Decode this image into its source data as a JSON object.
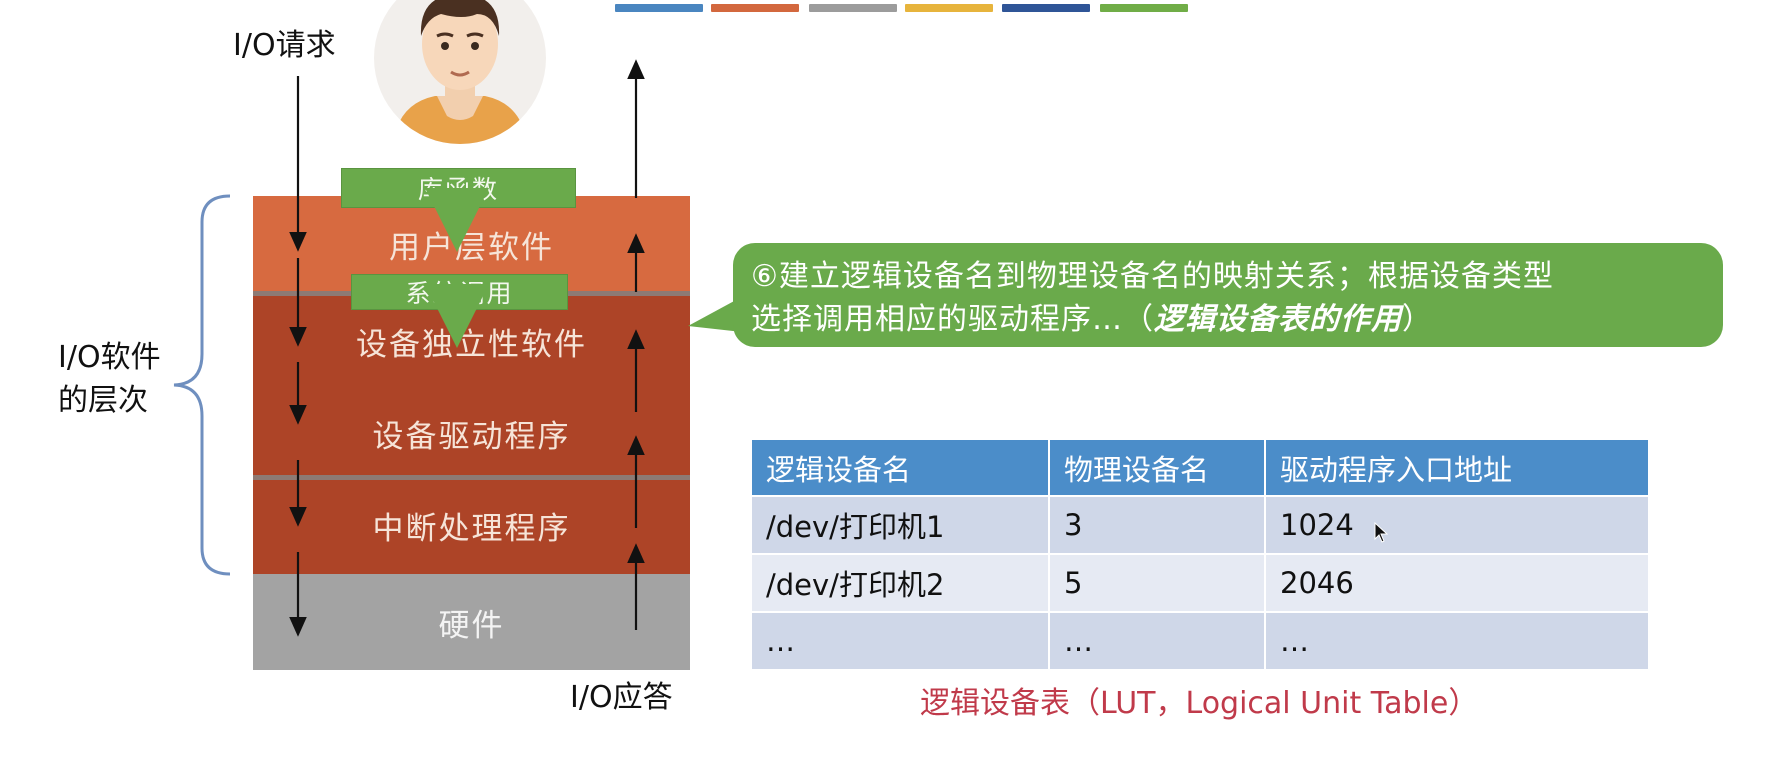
{
  "colors": {
    "strip": [
      "#4a86c0",
      "#d3683e",
      "#9c9c9c",
      "#e7b43c",
      "#2f5597",
      "#70ad47"
    ],
    "user_layer": "#d76a40",
    "kernel_layer": "#ad4427",
    "hardware_layer": "#a3a3a3",
    "green_tag": "#6aaa4b",
    "table_header": "#4b8dc9",
    "caption": "#c03a4a"
  },
  "labels": {
    "io_request": "I/O请求",
    "io_response": "I/O应答",
    "software_levels_line1": "I/O软件",
    "software_levels_line2": "的层次"
  },
  "layers": {
    "user": "用户层软件",
    "independent": "设备独立性软件",
    "driver": "设备驱动程序",
    "interrupt": "中断处理程序",
    "hardware": "硬件"
  },
  "tags": {
    "library": "库函数",
    "syscall": "系统调用"
  },
  "bubble": {
    "line1": "⑥建立逻辑设备名到物理设备名的映射关系；根据设备类型",
    "line2_plain": "选择调用相应的驱动程序…（",
    "line2_emphasis": "逻辑设备表的作用",
    "line2_close": "）"
  },
  "table": {
    "headers": [
      "逻辑设备名",
      "物理设备名",
      "驱动程序入口地址"
    ],
    "rows": [
      [
        "/dev/打印机1",
        "3",
        "1024"
      ],
      [
        "/dev/打印机2",
        "5",
        "2046"
      ],
      [
        "…",
        "…",
        "…"
      ]
    ]
  },
  "caption": "逻辑设备表（LUT，Logical Unit Table）",
  "icons": {
    "avatar": "user-avatar-icon",
    "cursor": "mouse-cursor-icon"
  }
}
